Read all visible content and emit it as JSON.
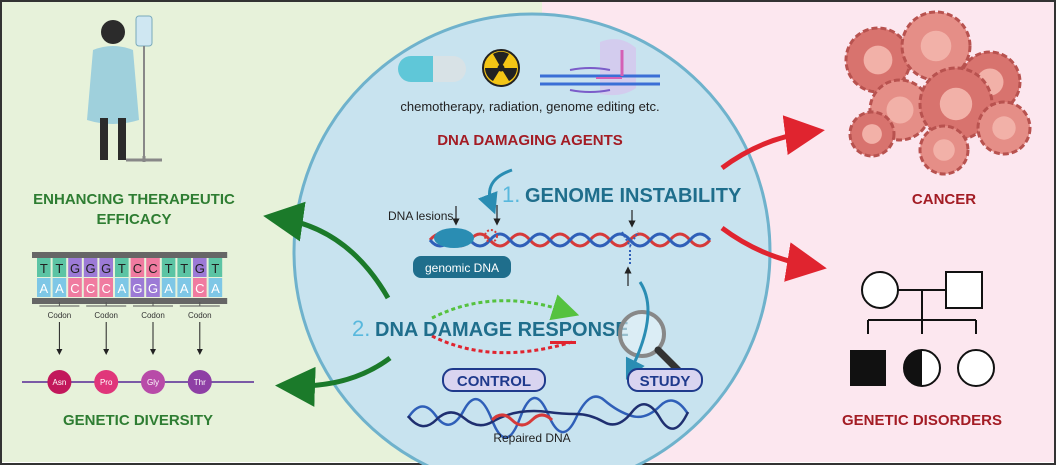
{
  "agents": {
    "caption": "chemotherapy, radiation, genome editing etc.",
    "title": "DNA DAMAGING AGENTS"
  },
  "instability": {
    "number": "1.",
    "label": "GENOME INSTABILITY"
  },
  "dna_labels": {
    "lesions": "DNA lesions",
    "genomic": "genomic DNA",
    "repaired": "Repaired DNA"
  },
  "response": {
    "number": "2.",
    "label": "DNA DAMAGE RESPONSE",
    "control": "CONTROL",
    "study": "STUDY"
  },
  "left": {
    "therapeutic_line1": "ENHANCING THERAPEUTIC",
    "therapeutic_line2": "EFFICACY",
    "diversity": "GENETIC DIVERSITY",
    "codons": {
      "top": [
        "T",
        "T",
        "G",
        "G",
        "G",
        "T",
        "C",
        "C",
        "T",
        "T",
        "G",
        "T"
      ],
      "bottom": [
        "A",
        "A",
        "C",
        "C",
        "C",
        "A",
        "G",
        "G",
        "A",
        "A",
        "C",
        "A"
      ],
      "codon_label": "Codon",
      "amino_acids": [
        "Asn",
        "Pro",
        "Gly",
        "Thr"
      ]
    }
  },
  "right": {
    "cancer": "CANCER",
    "disorders": "GENETIC DISORDERS"
  },
  "colors": {
    "left_bg": "#e8f4da",
    "right_bg": "#fbe6ee",
    "circle": "#c5e2ef",
    "green": "#2e7d32",
    "red": "#b71c1c",
    "blue": "#1f6e8c",
    "A": "#7ec7e6",
    "T": "#5cc4a4",
    "G": "#9c7ad6",
    "C": "#f07ba0"
  }
}
